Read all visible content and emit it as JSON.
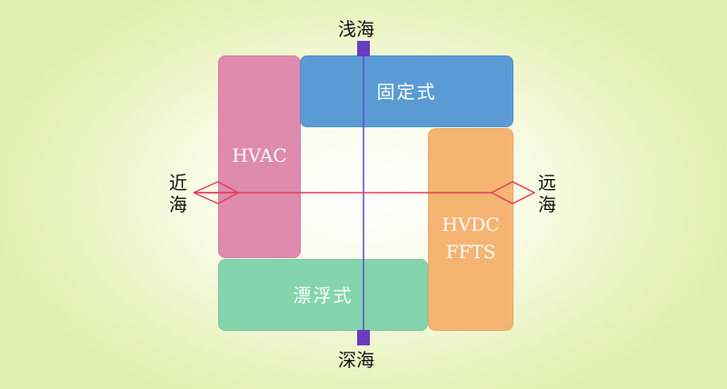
{
  "axes": {
    "top_label": "浅海",
    "bottom_label": "深海",
    "left_label": "近\n海",
    "right_label": "远\n海"
  },
  "regions": {
    "hvac": "HVAC",
    "fixed": "固定式",
    "hvdc": "HVDC\nFFTS",
    "floating": "漂浮式"
  },
  "colors": {
    "hvac": "#de8bae",
    "fixed": "#5b9bd5",
    "hvdc": "#f5b472",
    "floating": "#84d5ad",
    "vertical_axis": "#5b4fc4",
    "horizontal_axis": "#e0405a"
  }
}
